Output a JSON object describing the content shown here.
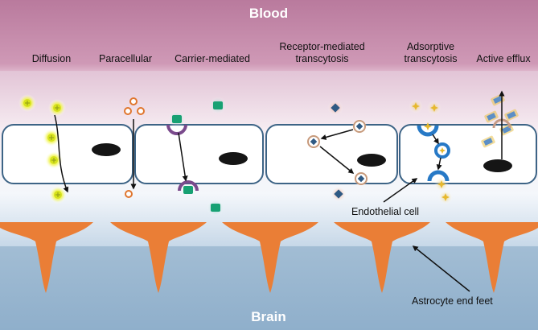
{
  "regions": {
    "top": "Blood",
    "bottom": "Brain"
  },
  "mechanisms": [
    "Diffusion",
    "Paracellular",
    "Carrier-mediated",
    "Receptor-mediated transcytosis",
    "Adsorptive transcytosis",
    "Active efflux"
  ],
  "labels": {
    "endothelial_cell": "Endothelial cell",
    "astrocyte_end_feet": "Astrocyte end feet"
  },
  "colors": {
    "blood": "#b97a9d",
    "brain": "#97b5cf",
    "astrocyte": "#ea7e36",
    "cell_outline": "#3d6486",
    "nucleus": "#151515"
  }
}
